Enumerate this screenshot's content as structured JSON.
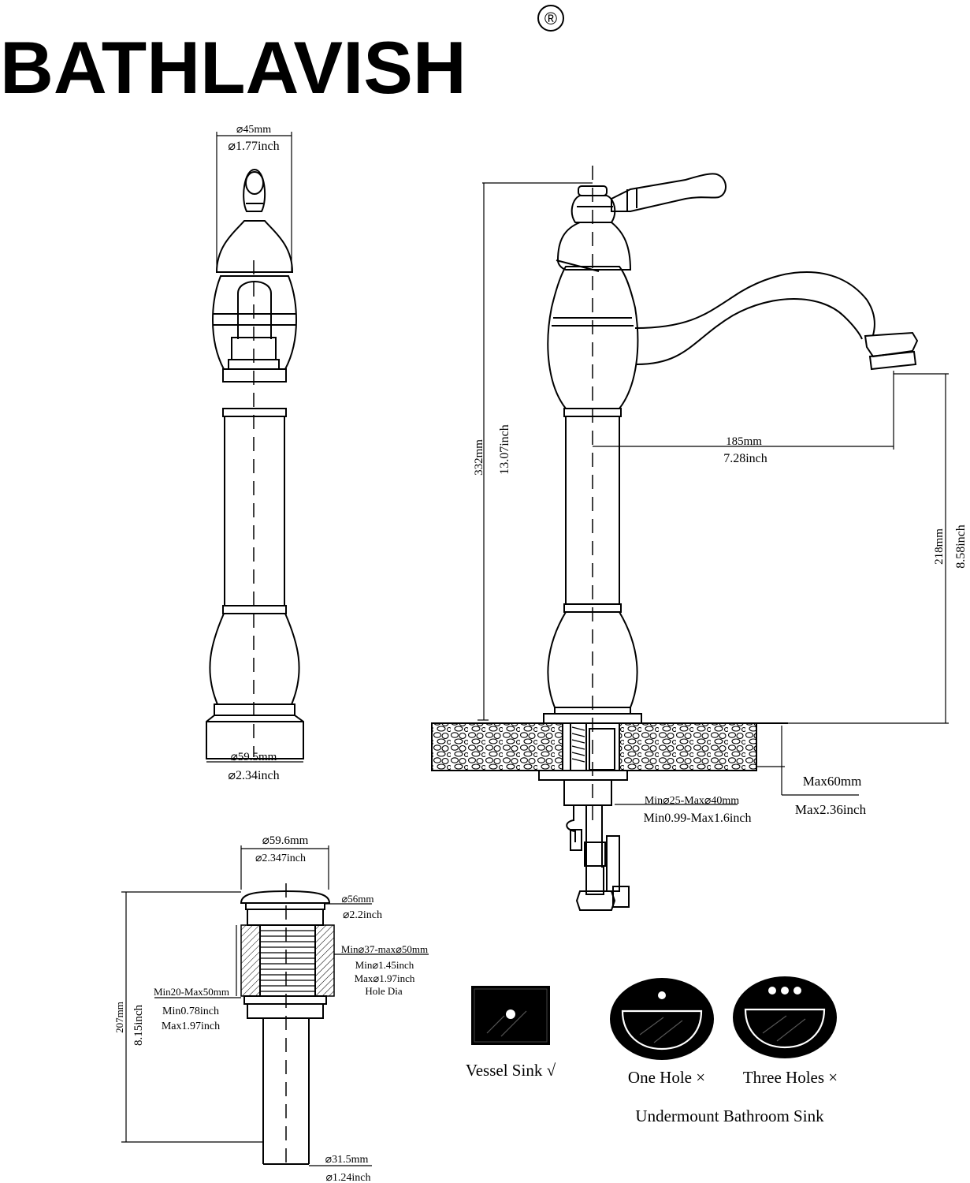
{
  "brand": {
    "name": "BATHLAVISH",
    "mark": "®"
  },
  "side_view": {
    "top_dia_mm": "⌀45mm",
    "top_dia_in": "⌀1.77inch",
    "base_dia_mm": "⌀59.5mm",
    "base_dia_in": "⌀2.34inch"
  },
  "front_view": {
    "height_mm": "332mm",
    "height_in": "13.07inch",
    "reach_mm": "185mm",
    "reach_in": "7.28inch",
    "spout_height_mm": "218mm",
    "spout_height_in": "8.58inch",
    "deck_max_mm": "Max60mm",
    "deck_max_in": "Max2.36inch",
    "hole_mm": "Min⌀25-Max⌀40mm",
    "hole_in": "Min0.99-Max1.6inch"
  },
  "drain": {
    "top_dia_mm": "⌀59.6mm",
    "top_dia_in": "⌀2.347inch",
    "cap_dia_mm": "⌀56mm",
    "cap_dia_in": "⌀2.2inch",
    "hole_mm": "Min⌀37-max⌀50mm",
    "hole_min_in": "Min⌀1.45inch",
    "hole_max_in": "Max⌀1.97inch",
    "hole_label": "Hole Dia",
    "thick_mm": "Min20-Max50mm",
    "thick_min_in": "Min0.78inch",
    "thick_max_in": "Max1.97inch",
    "height_mm": "207mm",
    "height_in": "8.15inch",
    "pipe_dia_mm": "⌀31.5mm",
    "pipe_dia_in": "⌀1.24inch"
  },
  "sinks": {
    "vessel": "Vessel Sink √",
    "one_hole": "One Hole ×",
    "three_holes": "Three Holes ×",
    "undermount": "Undermount Bathroom Sink"
  }
}
